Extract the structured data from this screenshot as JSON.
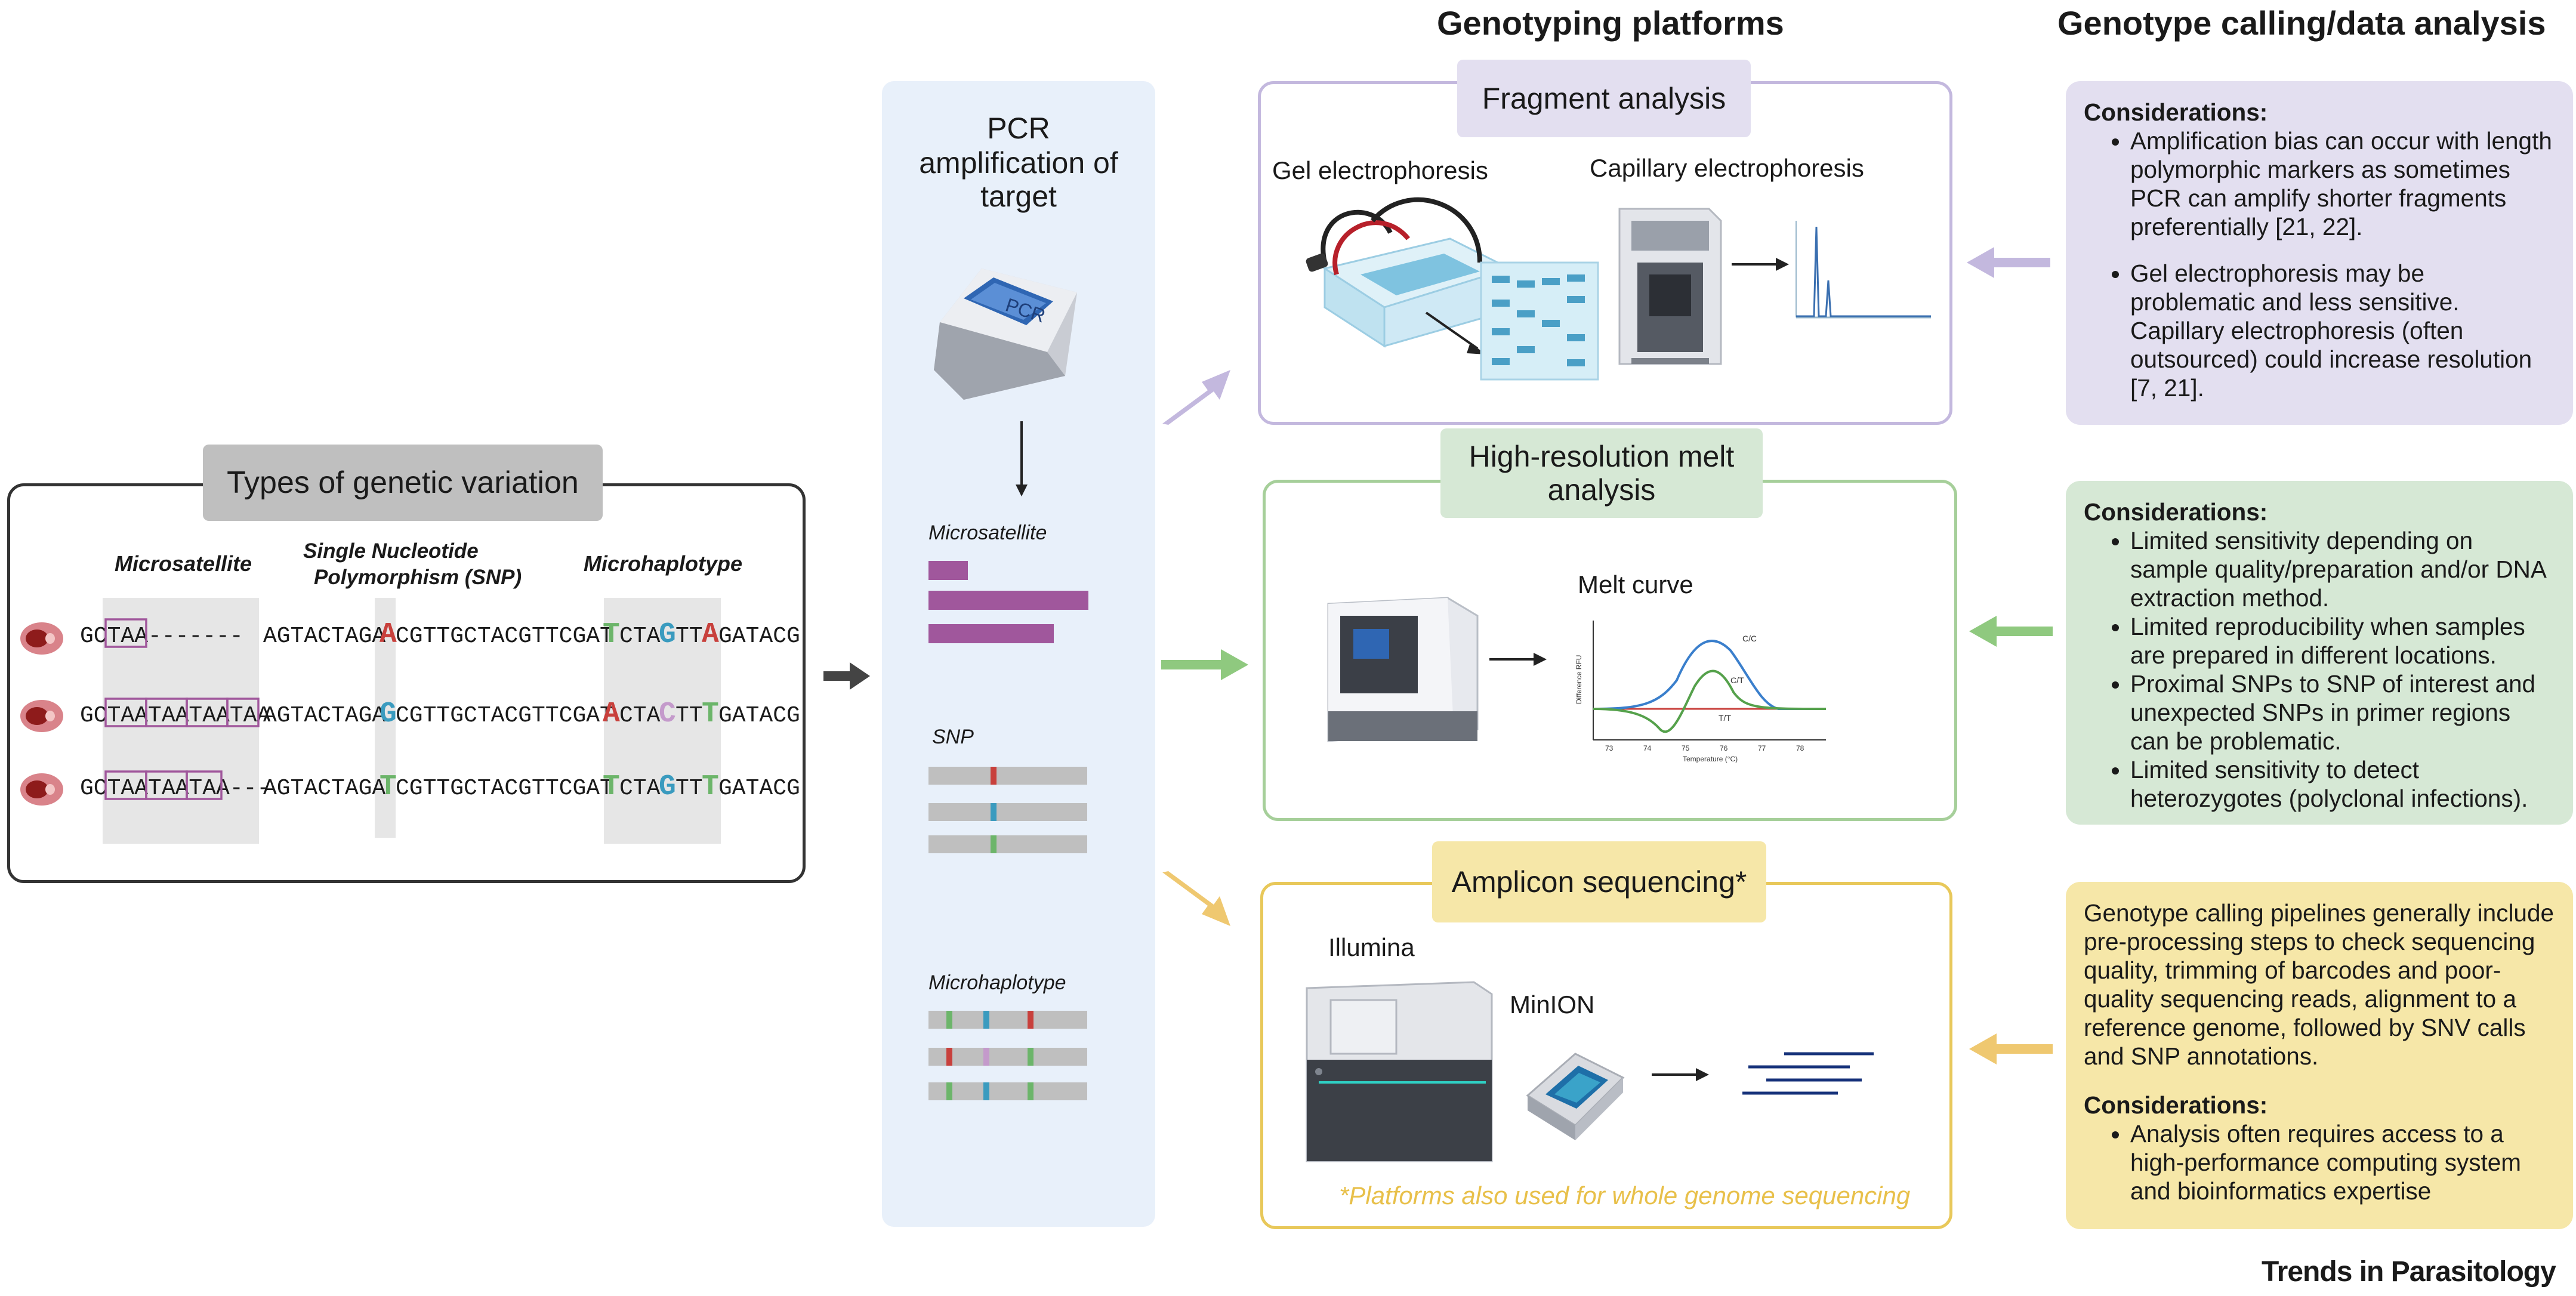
{
  "headers": {
    "platforms": "Genotyping platforms",
    "analysis": "Genotype calling/data analysis"
  },
  "variation": {
    "title": "Types of genetic variation",
    "col_microsatellite": "Microsatellite",
    "col_snp_line1": "Single Nucleotide",
    "col_snp_line2": "Polymorphism (SNP)",
    "col_microhaplotype": "Microhaplotype",
    "rows": [
      {
        "ms": "GCTAA-------",
        "snp": "AGTACTAGA",
        "allele": "A",
        "mid": "CGTTGCTACGTTCGAT",
        "h1": "T",
        "h2": "CTA",
        "h3": "G",
        "h4": "TT",
        "h5": "A",
        "h6": "GATACG"
      },
      {
        "ms": "GCTAATAATAATAA",
        "snp": "AGTACTAGA",
        "allele": "G",
        "mid": "CGTTGCTACGTTCGAT",
        "h1": "A",
        "h2": "CTA",
        "h3": "C",
        "h4": "TT",
        "h5": "T",
        "h6": "GATACG"
      },
      {
        "ms": "GCTAATAATAA---",
        "snp": "AGTACTAGA",
        "allele": "T",
        "mid": "CGTTGCTACGTTCGAT",
        "h1": "T",
        "h2": "CTA",
        "h3": "G",
        "h4": "TT",
        "h5": "T",
        "h6": "GATACG"
      }
    ]
  },
  "pcr": {
    "title_line1": "PCR",
    "title_line2": "amplification of",
    "title_line3": "target",
    "device_label": "PCR",
    "microsatellite": "Microsatellite",
    "snp": "SNP",
    "microhaplotype": "Microhaplotype"
  },
  "fragment": {
    "title": "Fragment analysis",
    "gel": "Gel electrophoresis",
    "capillary": "Capillary electrophoresis"
  },
  "hrm": {
    "title_line1": "High-resolution melt",
    "title_line2": "analysis",
    "melt_curve": "Melt curve",
    "curve_cc": "C/C",
    "curve_ct": "C/T",
    "curve_tt": "T/T",
    "y_axis": "Difference RFU",
    "x_axis": "Temperature (°C)",
    "x_ticks": [
      "73",
      "74",
      "75",
      "76",
      "77",
      "78"
    ]
  },
  "amplicon": {
    "title": "Amplicon sequencing*",
    "illumina": "Illumina",
    "minion": "MinION",
    "footnote": "*Platforms also used for whole genome sequencing"
  },
  "considerations": {
    "heading": "Considerations:",
    "fragment": [
      "Amplification bias can occur with length polymorphic markers as sometimes PCR can amplify shorter fragments preferentially [21, 22].",
      "Gel electrophoresis may be problematic and less sensitive. Capillary electrophoresis (often outsourced) could increase resolution [7, 21]."
    ],
    "hrm": [
      "Limited sensitivity depending on sample quality/preparation and/or DNA extraction method.",
      "Limited reproducibility when samples are prepared in different locations.",
      "Proximal SNPs to SNP of interest and unexpected SNPs in primer regions can be problematic.",
      "Limited sensitivity to detect heterozygotes (polyclonal infections)."
    ],
    "amplicon_intro": "Genotype calling pipelines generally include pre-processing steps to check sequencing quality, trimming of barcodes and poor-quality sequencing reads, alignment to a reference genome, followed by SNV calls and SNP annotations.",
    "amplicon": [
      "Analysis often requires access to a high-performance computing system and bioinformatics expertise"
    ]
  },
  "footer": {
    "journal": "Trends in Parasitology"
  },
  "colors": {
    "purple_box": "#e3dff0",
    "purple_border": "#c3b8de",
    "green_box": "#d6e8d5",
    "green_border": "#a6cf9a",
    "yellow_box": "#f6e7a8",
    "yellow_border": "#e8c85a",
    "pcr_panel": "#e8f0fa",
    "snp_red": "#c8403c",
    "snp_blue": "#3a9bbf",
    "snp_green": "#6cb56a",
    "snp_pink": "#c49acb",
    "ms_purple": "#a0579c"
  }
}
